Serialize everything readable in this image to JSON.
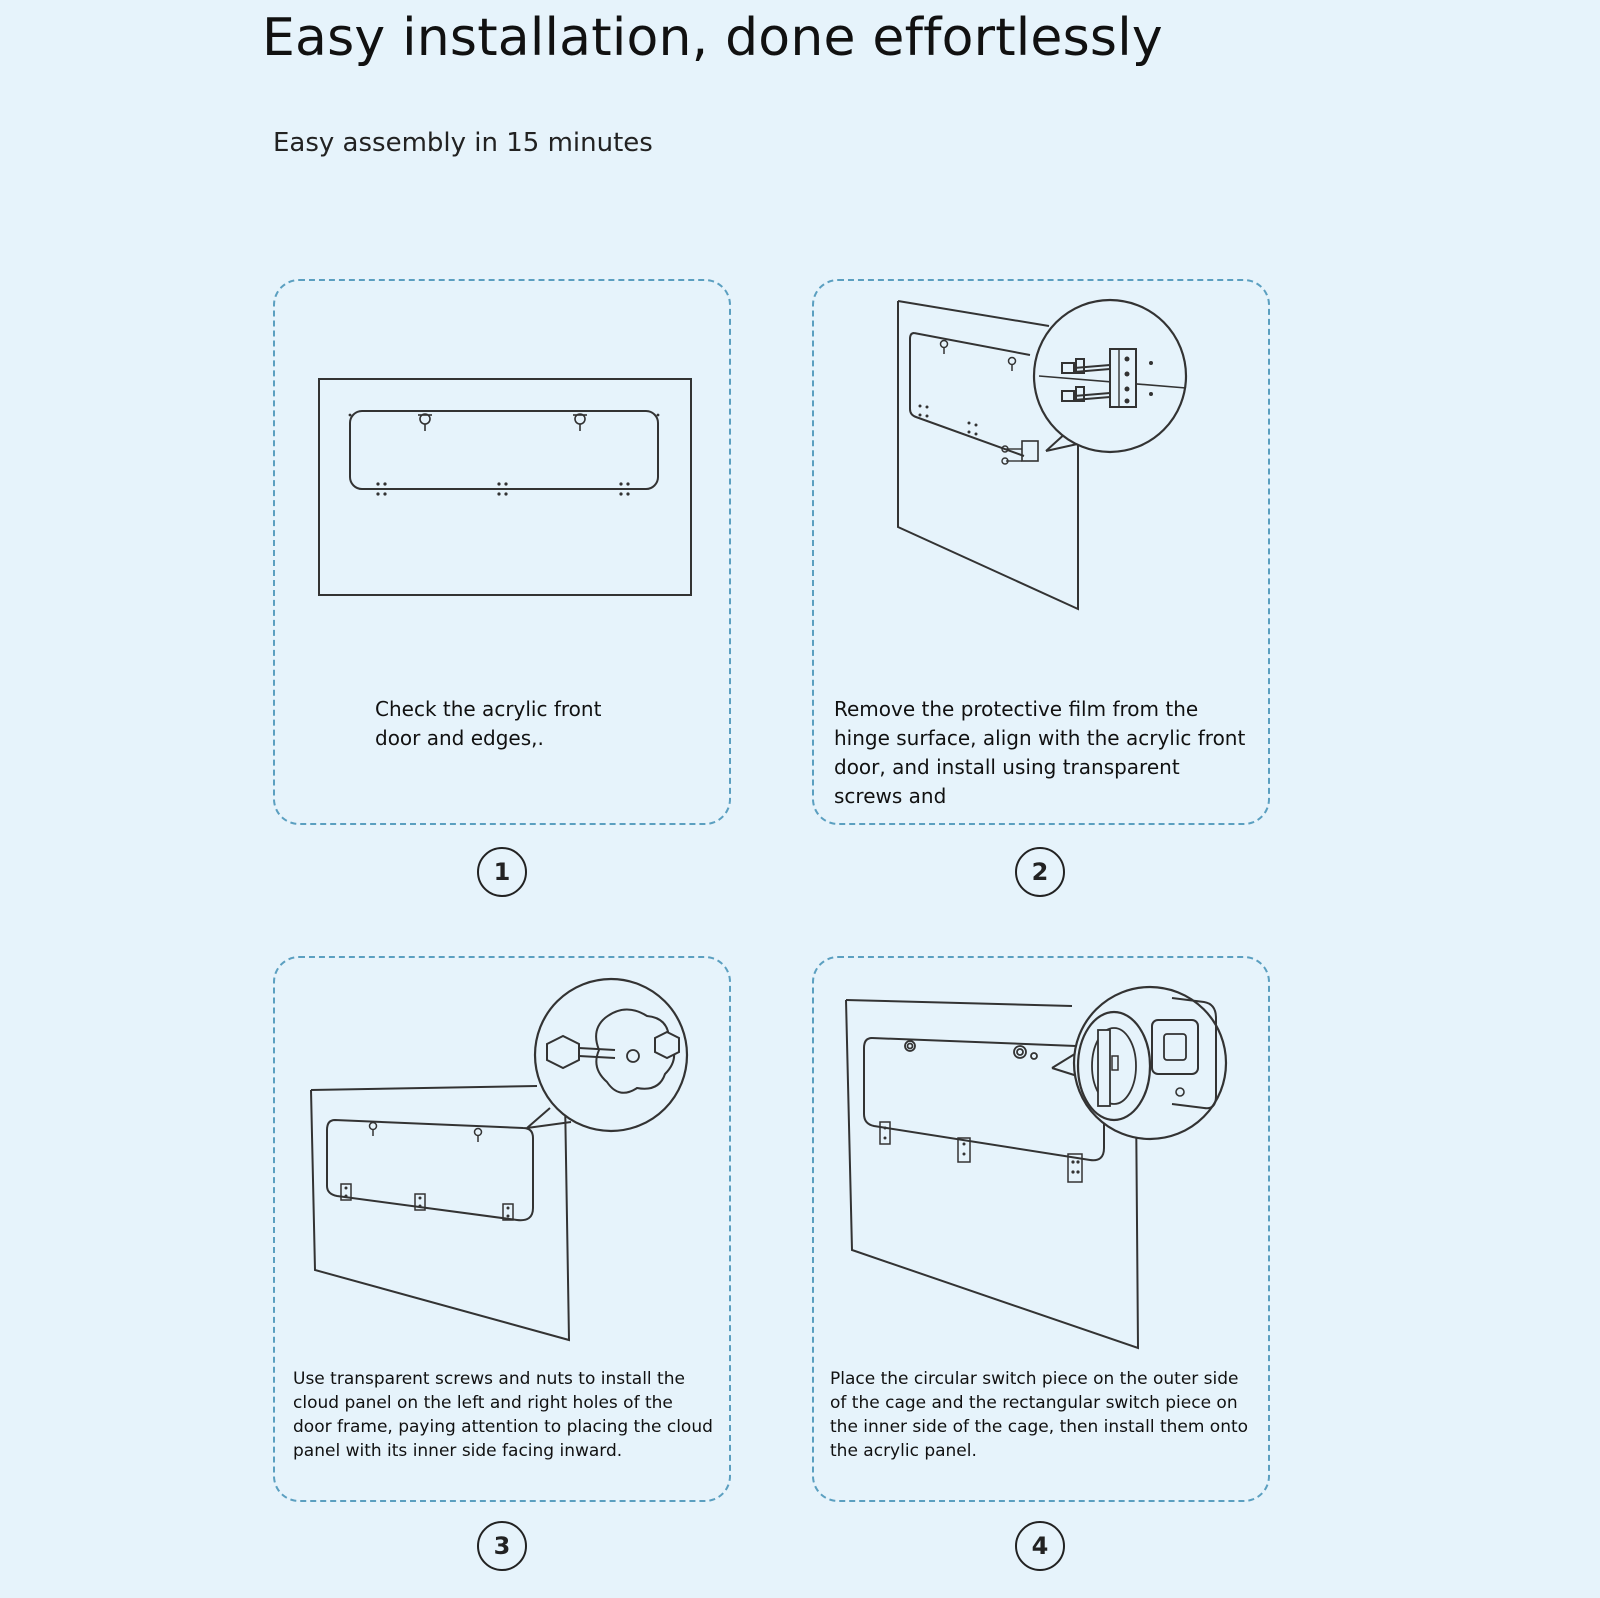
{
  "header": {
    "title": "Easy installation, done effortlessly",
    "subtitle": "Easy assembly in 15 minutes"
  },
  "steps": [
    {
      "number": "1",
      "text": "Check the acrylic front door and edges,."
    },
    {
      "number": "2",
      "text": "Remove the protective film from the hinge surface, align with the acrylic front door, and install using transparent screws and"
    },
    {
      "number": "3",
      "text": "Use transparent screws and nuts to install the cloud panel on the left and right holes of the door frame, paying attention to placing the cloud panel with its inner side facing inward."
    },
    {
      "number": "4",
      "text": "Place the circular switch piece on the outer side of the cage and the rectangular switch piece on the inner side of the cage, then install them onto the acrylic panel."
    }
  ],
  "colors": {
    "background": "#e6f3fb",
    "card_border": "#5b9fc0",
    "line": "#333333"
  }
}
